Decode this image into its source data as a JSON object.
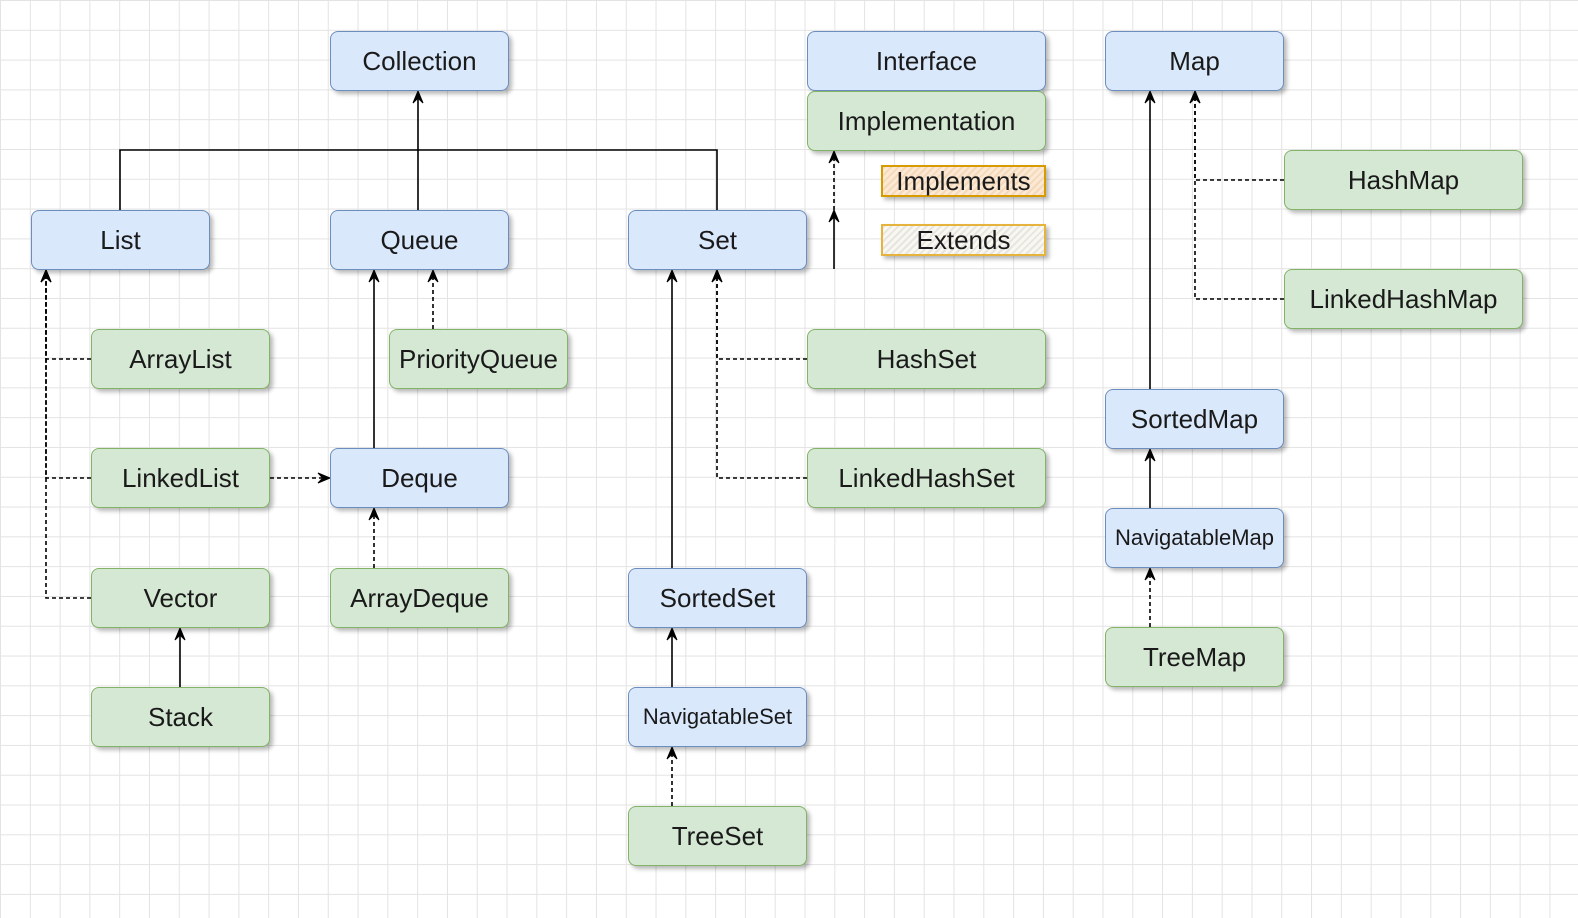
{
  "legend": {
    "interface": "Interface",
    "implementation": "Implementation",
    "implements": "Implements",
    "extends": "Extends"
  },
  "nodes": {
    "collection": "Collection",
    "list": "List",
    "queue": "Queue",
    "set": "Set",
    "arraylist": "ArrayList",
    "linkedlist": "LinkedList",
    "vector": "Vector",
    "stack": "Stack",
    "priorityqueue": "PriorityQueue",
    "deque": "Deque",
    "arraydeque": "ArrayDeque",
    "hashset": "HashSet",
    "linkedhashset": "LinkedHashSet",
    "sortedset": "SortedSet",
    "navigatableset": "NavigatableSet",
    "treeset": "TreeSet",
    "map": "Map",
    "hashmap": "HashMap",
    "linkedhashmap": "LinkedHashMap",
    "sortedmap": "SortedMap",
    "navigatablemap": "NavigatableMap",
    "treemap": "TreeMap"
  },
  "colors": {
    "interface_fill": "#dae8fc",
    "interface_stroke": "#6c8ebf",
    "implementation_fill": "#d5e8d4",
    "implementation_stroke": "#82b366",
    "implements_stroke": "#d79b00",
    "extends_stroke": "#e6b43c",
    "edge": "#000000"
  }
}
